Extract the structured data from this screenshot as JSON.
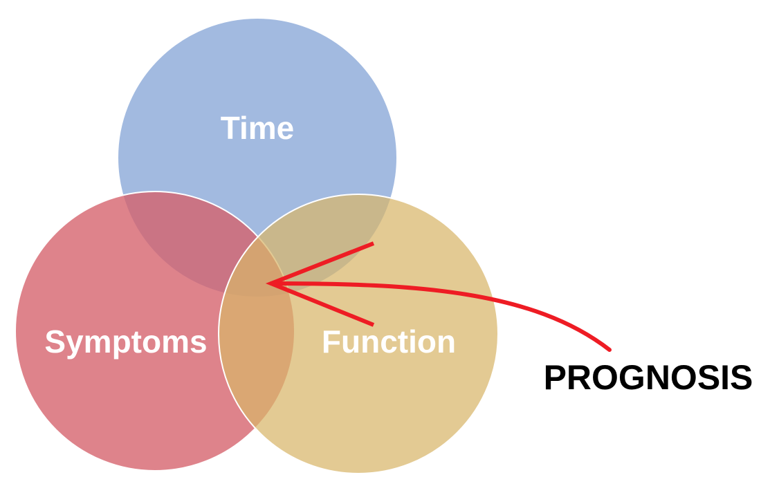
{
  "diagram": {
    "circles": [
      {
        "id": "time",
        "label": "Time",
        "color": "#7e9fd4"
      },
      {
        "id": "symptoms",
        "label": "Symptoms",
        "color": "#d5606a"
      },
      {
        "id": "function",
        "label": "Function",
        "color": "#d8b66a"
      }
    ],
    "outcome": {
      "label": "PROGNOSIS",
      "arrow_color": "#ee1c24"
    }
  }
}
